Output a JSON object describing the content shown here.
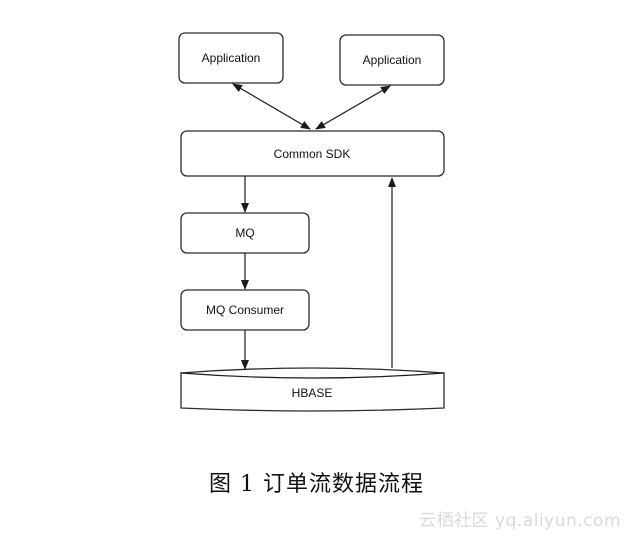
{
  "diagram": {
    "nodes": {
      "app_left": "Application",
      "app_right": "Application",
      "sdk": "Common SDK",
      "mq": "MQ",
      "consumer": "MQ Consumer",
      "hbase": "HBASE"
    }
  },
  "caption": "图 1  订单流数据流程",
  "watermark": "云栖社区 yq.aliyun.com"
}
